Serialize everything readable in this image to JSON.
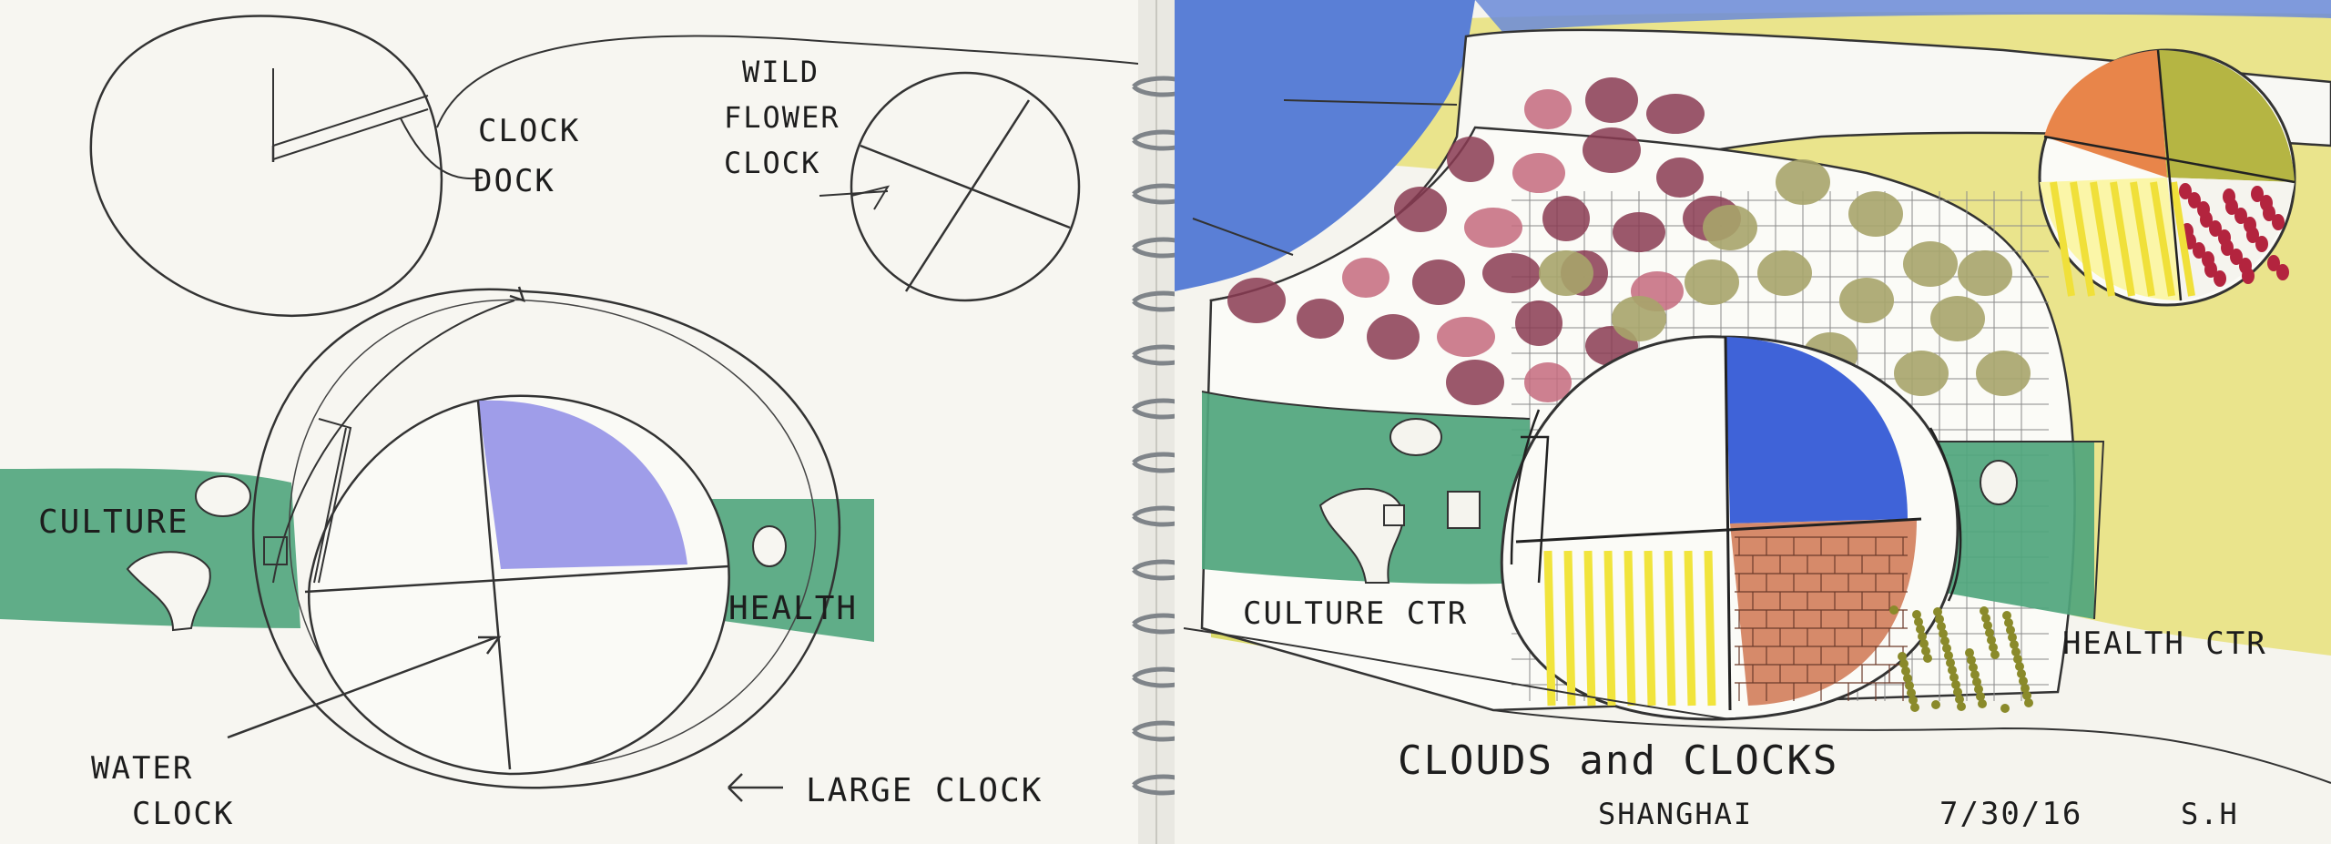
{
  "left_page": {
    "labels": {
      "clock_dock": [
        "CLOCK",
        "DOCK"
      ],
      "wild_flower_clock": [
        "WILD",
        "FLOWER",
        "CLOCK"
      ],
      "culture": "CULTURE",
      "health": "HEALTH",
      "water_clock": [
        "WATER",
        "CLOCK"
      ],
      "large_clock": "LARGE CLOCK"
    }
  },
  "right_page": {
    "labels": {
      "culture_ctr": "CULTURE CTR",
      "health_ctr": "HEALTH CTR",
      "title": "CLOUDS and CLOCKS",
      "location": "SHANGHAI",
      "date": "7/30/16",
      "signature": "S.H"
    }
  },
  "colors": {
    "paper": "#f7f6f1",
    "sky_blue": "#5a7fd6",
    "sunny_yellow": "#e8e07a",
    "jade_green": "#4fa57c",
    "lilac": "#9a98e8",
    "royal_blue": "#3f63d8",
    "terracotta": "#d68a6a",
    "plum": "#8a3b52",
    "olive": "#a7a46a",
    "crimson": "#b3243e"
  }
}
